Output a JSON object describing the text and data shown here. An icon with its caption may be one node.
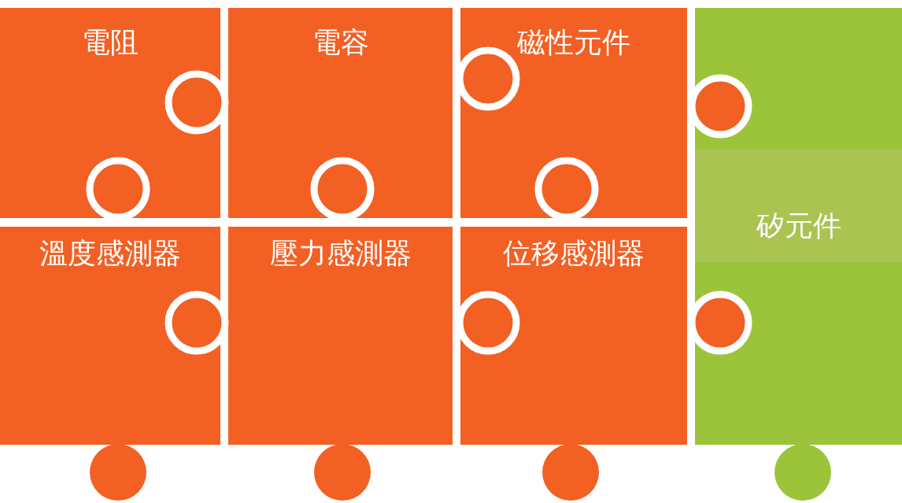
{
  "diagram": {
    "nodes": [
      {
        "text": [
          "電阻"
        ]
      },
      {
        "text": [
          "電容"
        ]
      },
      {
        "text": [
          "磁性元件"
        ]
      },
      {
        "text": [
          "矽元件"
        ]
      },
      {
        "text": [
          "溫度感測器"
        ]
      },
      {
        "text": [
          "壓力感測器"
        ]
      },
      {
        "text": [
          "位移感測器"
        ]
      }
    ]
  }
}
